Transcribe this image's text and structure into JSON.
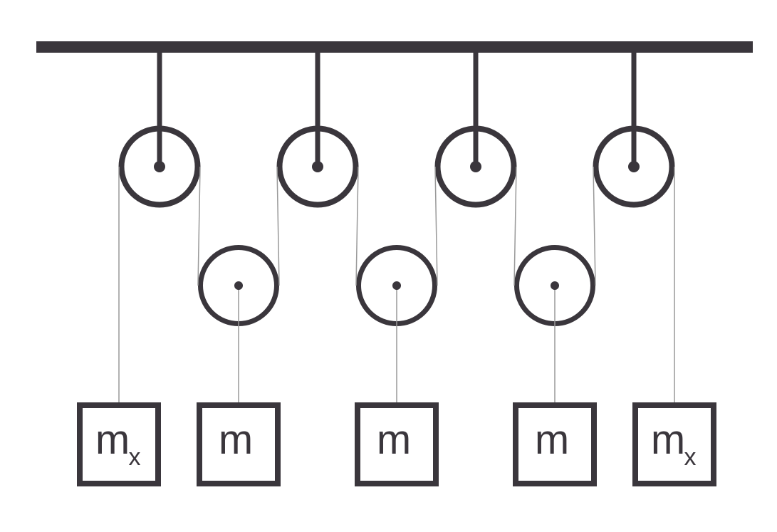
{
  "diagram": {
    "kind": "pulley-system",
    "counts": {
      "ceiling_bars": 1,
      "fixed_pulleys": 4,
      "movable_pulleys": 3,
      "mass_blocks": 5,
      "string_segments": 11
    },
    "colors": {
      "ink": "#3a363c",
      "string": "#999999",
      "background": "#ffffff"
    },
    "masses": [
      {
        "label": "m",
        "subscript": "x"
      },
      {
        "label": "m",
        "subscript": ""
      },
      {
        "label": "m",
        "subscript": ""
      },
      {
        "label": "m",
        "subscript": ""
      },
      {
        "label": "m",
        "subscript": "x"
      }
    ]
  }
}
